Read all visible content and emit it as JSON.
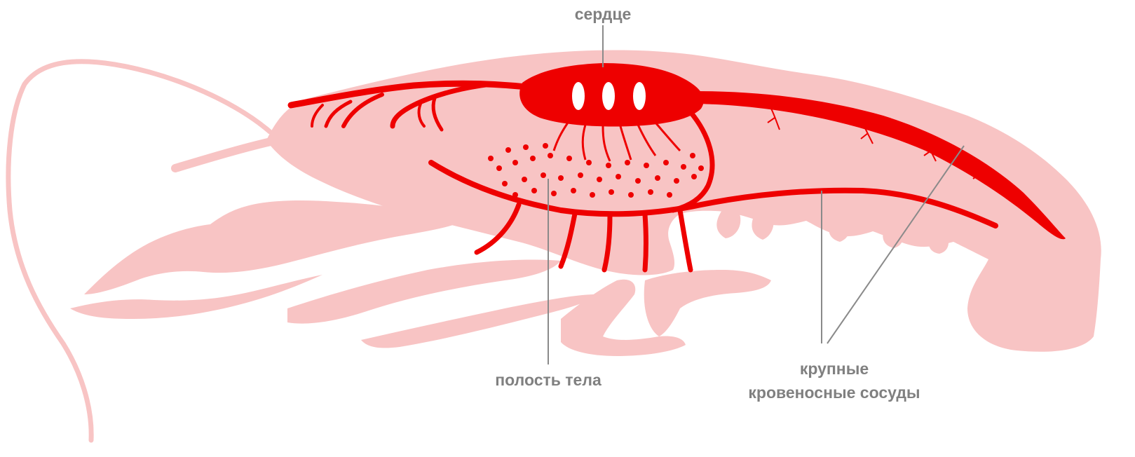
{
  "labels": {
    "heart": "сердце",
    "body_cavity": "полость тела",
    "large_vessels_line1": "крупные",
    "large_vessels_line2": "кровеносные сосуды"
  },
  "colors": {
    "body": "#f8c4c4",
    "vessels": "#ee0000",
    "label": "#808080",
    "background": "#ffffff"
  }
}
